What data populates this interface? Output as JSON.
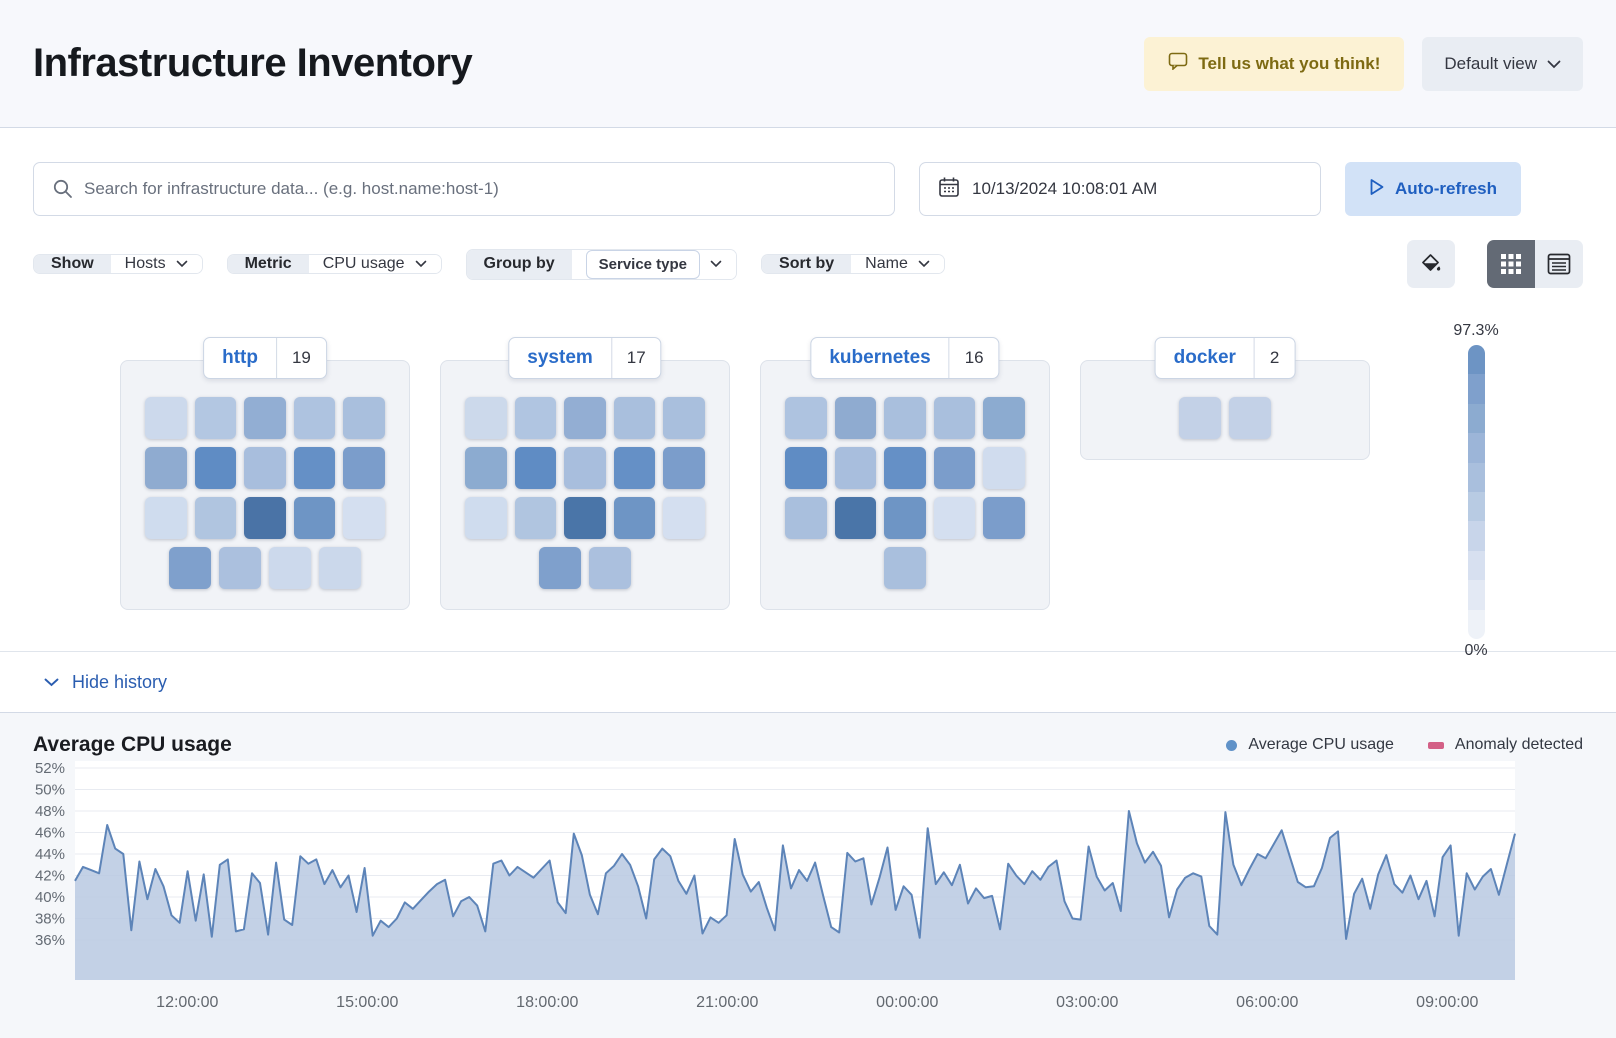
{
  "header": {
    "title": "Infrastructure Inventory",
    "feedback_button": "Tell us what you think!",
    "view_dropdown": "Default view"
  },
  "toolbar": {
    "search_placeholder": "Search for infrastructure data... (e.g. host.name:host-1)",
    "datetime": "10/13/2024 10:08:01 AM",
    "auto_refresh_label": "Auto-refresh"
  },
  "filters": {
    "show_label": "Show",
    "show_value": "Hosts",
    "metric_label": "Metric",
    "metric_value": "CPU usage",
    "group_by_label": "Group by",
    "group_by_value": "Service type",
    "sort_by_label": "Sort by",
    "sort_by_value": "Name"
  },
  "colors": {
    "primary_blue": "#2a6cc9",
    "feedback_yellow_bg": "#fcf2d4",
    "auto_refresh_bg": "#d2e2f7",
    "selected_toggle": "#636a75",
    "chart_line": "#5d84b8",
    "chart_fill": "#b9c9e2",
    "anomaly_pink": "#d36086"
  },
  "inventory": {
    "groups": [
      {
        "name": "http",
        "count": "19",
        "rows": [
          [
            "#ccd9ec",
            "#b3c7e2",
            "#92aed3",
            "#aec3e0",
            "#a9bfdd"
          ],
          [
            "#8fabd0",
            "#5f8cc4",
            "#a8bedd",
            "#6590c6",
            "#7b9dcb"
          ],
          [
            "#cfdcee",
            "#b0c5e0",
            "#4a73a6",
            "#6e95c5",
            "#d4dff0"
          ],
          [
            "#7fa0cc",
            "#abc0de",
            "#ccd9ec",
            "#cbd8eb"
          ]
        ]
      },
      {
        "name": "system",
        "count": "17",
        "rows": [
          [
            "#ccd9eb",
            "#b0c5e1",
            "#93aed3",
            "#a9bfdd",
            "#a9bfdd"
          ],
          [
            "#8cabd0",
            "#5f8cc4",
            "#a8bedd",
            "#6590c6",
            "#7b9dcb"
          ],
          [
            "#cfdcee",
            "#b0c5e0",
            "#4a75a8",
            "#6e95c5",
            "#d4dff0"
          ],
          [
            "#7fa0cc",
            "#abc0de"
          ]
        ]
      },
      {
        "name": "kubernetes",
        "count": "16",
        "rows": [
          [
            "#aec3e0",
            "#8fabd0",
            "#a9bfdd",
            "#a9bfdd",
            "#8cabd0"
          ],
          [
            "#5f8cc4",
            "#a8bedd",
            "#6590c6",
            "#7b9dcb",
            "#d0dcee"
          ],
          [
            "#a9bfdd",
            "#4a75a8",
            "#6e95c5",
            "#d4dff0",
            "#7b9dcb"
          ],
          [
            "#a9bfdd"
          ]
        ]
      },
      {
        "name": "docker",
        "count": "2",
        "rows": [
          [
            "#c3d1e7",
            "#c3d1e7"
          ]
        ]
      }
    ],
    "scale": {
      "max_label": "97.3%",
      "min_label": "0%",
      "steps": [
        "#6d94c4",
        "#7fa0cc",
        "#8cabd0",
        "#9cb5d8",
        "#a9bfdd",
        "#b8cbe3",
        "#c8d5ea",
        "#d7e0f0",
        "#e3e9f4",
        "#eef2f8"
      ]
    }
  },
  "history": {
    "toggle_label": "Hide history"
  },
  "chart_data": {
    "type": "area",
    "title": "Average CPU usage",
    "legend": [
      {
        "label": "Average CPU usage",
        "color": "#6092c8",
        "marker": "dot"
      },
      {
        "label": "Anomaly detected",
        "color": "#d36086",
        "marker": "bar"
      }
    ],
    "ylim": [
      36,
      52
    ],
    "yticks": [
      52,
      50,
      48,
      46,
      44,
      42,
      40,
      38,
      36
    ],
    "ytick_labels": [
      "52%",
      "50%",
      "48%",
      "46%",
      "44%",
      "42%",
      "40%",
      "38%",
      "36%"
    ],
    "xtick_labels": [
      "12:00:00",
      "15:00:00",
      "18:00:00",
      "21:00:00",
      "00:00:00",
      "03:00:00",
      "06:00:00",
      "09:00:00"
    ],
    "xtick_fractions": [
      0.078,
      0.203,
      0.328,
      0.453,
      0.578,
      0.703,
      0.828,
      0.953
    ],
    "grid": true,
    "legend_position": "top-right",
    "line_color": "#5d84b8",
    "fill_color": "#b9c9e2",
    "values": [
      41.5,
      42.8,
      42.5,
      42.2,
      46.7,
      44.5,
      44.0,
      36.9,
      43.3,
      39.8,
      42.6,
      41.0,
      38.3,
      37.6,
      42.4,
      37.8,
      42.1,
      36.3,
      43.0,
      43.5,
      36.8,
      37.0,
      42.2,
      41.3,
      36.5,
      43.2,
      37.9,
      37.4,
      43.8,
      43.1,
      43.5,
      41.2,
      42.5,
      40.9,
      42.0,
      38.6,
      42.7,
      36.4,
      37.8,
      37.2,
      38.0,
      39.5,
      38.9,
      39.7,
      40.5,
      41.2,
      41.6,
      38.2,
      39.6,
      40.0,
      39.2,
      36.8,
      43.1,
      43.4,
      42.0,
      42.8,
      42.3,
      41.8,
      42.6,
      43.4,
      39.5,
      38.5,
      45.9,
      43.9,
      40.2,
      38.4,
      42.2,
      42.9,
      44.0,
      43.0,
      41.0,
      38.0,
      43.5,
      44.5,
      43.8,
      41.5,
      40.3,
      42.0,
      36.6,
      38.1,
      37.6,
      38.3,
      45.4,
      42.1,
      40.5,
      41.4,
      39.0,
      36.9,
      44.8,
      40.8,
      42.5,
      41.5,
      43.2,
      40.1,
      37.2,
      36.7,
      44.1,
      43.3,
      43.6,
      39.3,
      41.8,
      44.6,
      38.8,
      41.0,
      40.2,
      36.2,
      46.4,
      41.2,
      42.3,
      41.1,
      43.0,
      39.4,
      40.8,
      39.9,
      40.1,
      37.0,
      43.1,
      42.0,
      41.2,
      42.4,
      41.6,
      42.8,
      43.4,
      39.6,
      38.0,
      37.9,
      44.7,
      41.9,
      40.6,
      41.3,
      38.7,
      48.0,
      45.0,
      43.2,
      44.2,
      42.9,
      38.1,
      40.7,
      41.8,
      42.2,
      41.9,
      37.3,
      36.5,
      47.9,
      43.0,
      41.1,
      42.6,
      44.0,
      43.6,
      44.9,
      46.2,
      43.8,
      41.4,
      40.9,
      41.0,
      42.7,
      45.5,
      46.1,
      36.1,
      40.3,
      41.7,
      38.9,
      42.1,
      43.9,
      41.2,
      40.4,
      42.0,
      39.8,
      41.5,
      38.2,
      43.7,
      44.8,
      36.4,
      42.2,
      40.7,
      41.9,
      42.6,
      40.2,
      43.1,
      45.9
    ]
  }
}
